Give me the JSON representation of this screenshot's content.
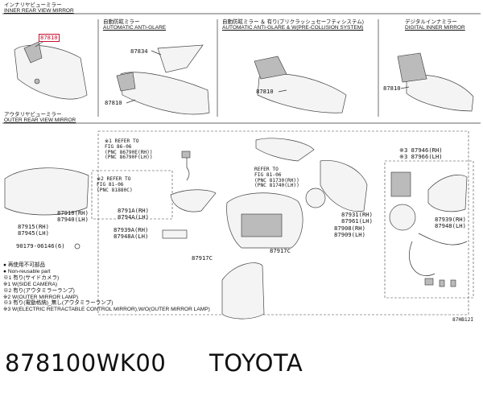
{
  "inner_section": {
    "header_jp": "インナリヤビューミラー",
    "header_en": "INNER REAR VIEW MIRROR",
    "columns": [
      {
        "jp": "自動防眩ミラー",
        "en": "AUTOMATIC ANTI-GLARE"
      },
      {
        "jp": "自動防眩ミラー ＆ 有り(プリクラッシュセーフティシステム)",
        "en": "AUTOMATIC ANTI-GLARE & W(PRE-COLLISION SYSTEM)"
      },
      {
        "jp": "デジタルインナミラー",
        "en": "DIGITAL INNER MIRROR"
      }
    ],
    "labels": {
      "highlight": "87810",
      "col1_top": "87834",
      "col1_bottom": "87810",
      "col2": "87810",
      "col3": "87810"
    }
  },
  "outer_section": {
    "header_jp": "アウタリヤビューミラー",
    "header_en": "OUTER REAR VIEW MIRROR",
    "refs": {
      "r1": [
        "※1 REFER TO",
        "FIG 86-06",
        "(PNC 86790E(RH))",
        "(PNC 86790F(LH))"
      ],
      "r2": [
        "※2 REFER TO",
        "FIG 81-06",
        "(PNC 81880C)"
      ],
      "r3": [
        "REFER TO",
        "FIG 81-06",
        "(PNC 81730(RH))",
        "(PNC 81740(LH))"
      ]
    },
    "labels": {
      "l_87910": "87910(RH)",
      "l_87940": "87940(LH)",
      "l_87915": "87915(RH)",
      "l_87945": "87945(LH)",
      "l_90179": "90179-06146(6)",
      "l_8791A": "8791A(RH)",
      "l_8794A": "8794A(LH)",
      "l_87939A": "87939A(RH)",
      "l_87948A": "87948A(LH)",
      "l_87917C_a": "87917C",
      "l_87917C_b": "87917C",
      "l_87908": "87908(RH)",
      "l_87909": "87909(LH)",
      "l_87931": "87931(RH)",
      "l_87961": "87961(LH)",
      "l_87946": "※3 87946(RH)",
      "l_87966": "※3 87966(LH)",
      "l_87939": "87939(RH)",
      "l_87948": "87948(LH)"
    },
    "notes": [
      "● 再使用不可部品",
      "● Non-reusable part",
      "※1 有り(サイドカメラ)",
      "※1 W(SIDE CAMERA)",
      "※2 有り(アウタミラーランプ)",
      "※2 W(OUTER MIRROR LAMP)",
      "※3 有り(電動格納)_無し(アウタミラーランプ)",
      "※3 W(ELECTRIC RETRACTABLE CONTROL MIRROR),W/O(OUTER MIRROR LAMP)"
    ],
    "fig_code": "87HB12I"
  },
  "footer": {
    "part_number": "878100WK00",
    "brand": "TOYOTA"
  }
}
